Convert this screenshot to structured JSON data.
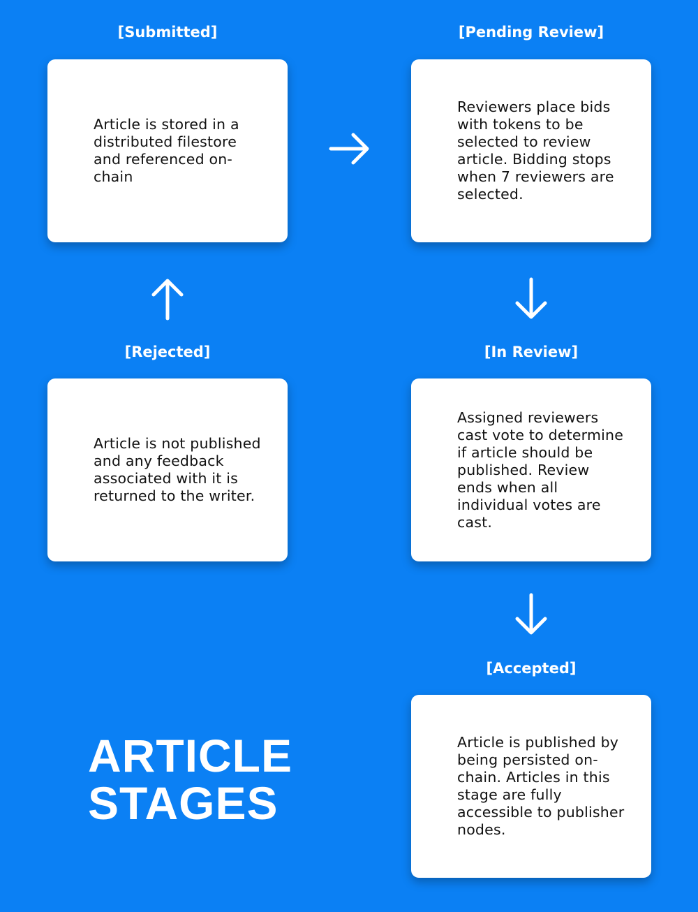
{
  "title": {
    "line1": "ARTICLE",
    "line2": "STAGES"
  },
  "stages": {
    "submitted": {
      "label": "[Submitted]",
      "description": "Article is stored in a distributed filestore and referenced on-chain"
    },
    "pending_review": {
      "label": "[Pending Review]",
      "description": "Reviewers place bids with tokens to be selected to review article. Bidding stops when 7 reviewers are selected."
    },
    "rejected": {
      "label": "[Rejected]",
      "description": "Article is not published and any feedback associated with it is returned to the writer."
    },
    "in_review": {
      "label": "[In Review]",
      "description": "Assigned reviewers cast vote to determine if article should be published. Review ends when all individual votes are cast."
    },
    "accepted": {
      "label": "[Accepted]",
      "description": "Article is published by being persisted on-chain. Articles in this stage are fully accessible to publisher nodes."
    }
  },
  "arrows": [
    {
      "from": "submitted",
      "to": "pending_review",
      "direction": "right"
    },
    {
      "from": "pending_review",
      "to": "in_review",
      "direction": "down"
    },
    {
      "from": "in_review",
      "to": "accepted",
      "direction": "down"
    },
    {
      "from": "rejected",
      "to": "submitted",
      "direction": "up"
    }
  ],
  "colors": {
    "background": "#0b80f4",
    "card": "#ffffff",
    "text": "#111111",
    "label": "#ffffff"
  }
}
